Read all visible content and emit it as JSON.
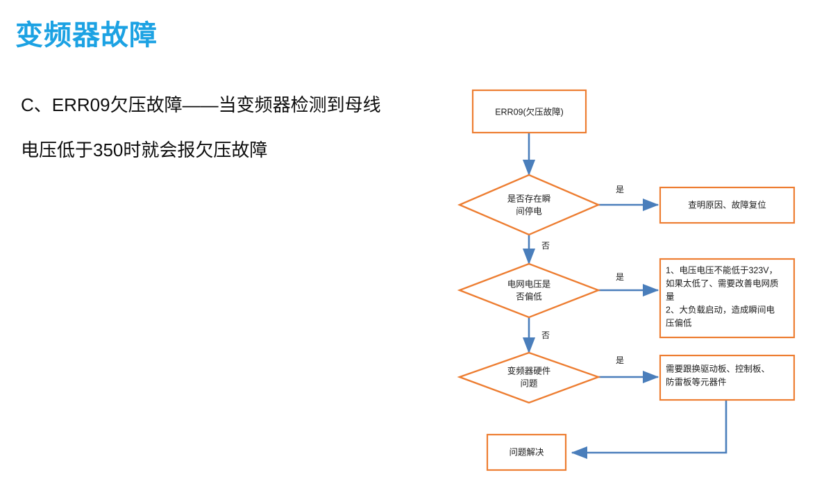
{
  "slide": {
    "title": "变频器故障",
    "title_color": "#1CA2E3",
    "body_lines": [
      "C、ERR09欠压故障——当变频器检测到母线",
      "电压低于350时就会报欠压故障"
    ]
  },
  "flowchart": {
    "shape_border_color": "#ED7D31",
    "connector_color": "#4A7EBB",
    "nodes": {
      "start": {
        "label": "ERR09(欠压故障)",
        "shape": "rect"
      },
      "decision1": {
        "label_line1": "是否存在瞬",
        "label_line2": "间停电",
        "shape": "diamond"
      },
      "decision2": {
        "label_line1": "电网电压是",
        "label_line2": "否偏低",
        "shape": "diamond"
      },
      "decision3": {
        "label_line1": "变频器硬件",
        "label_line2": "问题",
        "shape": "diamond"
      },
      "action1": {
        "label": "查明原因、故障复位",
        "shape": "rect"
      },
      "action2": {
        "shape": "rect",
        "lines": [
          "1、电压电压不能低于323V，",
          "如果太低了、需要改善电网质",
          "量",
          "2、大负载启动，造成瞬间电",
          "压偏低"
        ]
      },
      "action3": {
        "shape": "rect",
        "lines": [
          "需要跟换驱动板、控制板、",
          "防雷板等元器件"
        ]
      },
      "end": {
        "label": "问题解决",
        "shape": "rect"
      }
    },
    "edge_labels": {
      "yes1": "是",
      "yes2": "是",
      "yes3": "是",
      "no1": "否",
      "no2": "否"
    }
  }
}
